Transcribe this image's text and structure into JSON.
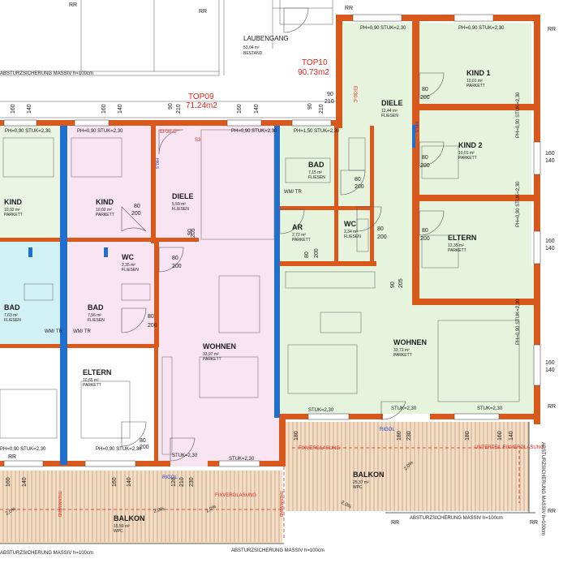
{
  "units": [
    {
      "code": "TOP09",
      "area": "71.24m2"
    },
    {
      "code": "TOP10",
      "area": "90.73m2"
    }
  ],
  "laubengang": {
    "name": "LAUBENGANG",
    "area": "53,04 m²",
    "note": "BESTAND"
  },
  "rooms": [
    {
      "name": "KIND",
      "area": "10,02 m²",
      "floor": "PARKETT"
    },
    {
      "name": "KIND",
      "area": "10,02 m²",
      "floor": "PARKETT"
    },
    {
      "name": "DIELE",
      "area": "5,59 m²",
      "floor": "FLIESEN"
    },
    {
      "name": "WC",
      "area": "2,35 m²",
      "floor": "FLIESEN"
    },
    {
      "name": "BAD",
      "area": "7,63 m²",
      "floor": "FLIESEN"
    },
    {
      "name": "BAD",
      "area": "7,56 m²",
      "floor": "FLIESEN"
    },
    {
      "name": "ELTERN",
      "area": "10,65 m²",
      "floor": "PARKETT"
    },
    {
      "name": "WOHNEN",
      "area": "33,97 m²",
      "floor": "PARKETT"
    },
    {
      "name": "BAD",
      "area": "7,15 m²",
      "floor": "FLIESEN"
    },
    {
      "name": "AR",
      "area": "2,72 m²",
      "floor": "PARKETT"
    },
    {
      "name": "WC",
      "area": "2,34 m²",
      "floor": "FLIESEN"
    },
    {
      "name": "DIELE",
      "area": "12,44 m²",
      "floor": "FLIESEN"
    },
    {
      "name": "KIND 1",
      "area": "10,01 m²",
      "floor": "PARKETT"
    },
    {
      "name": "KIND 2",
      "area": "10,01 m²",
      "floor": "PARKETT"
    },
    {
      "name": "ELTERN",
      "area": "12,35 m²",
      "floor": "PARKETT"
    },
    {
      "name": "WOHNEN",
      "area": "33,73 m²",
      "floor": "PARKETT"
    },
    {
      "name": "BALKON",
      "area": "25,37 m²",
      "floor": "WPC"
    },
    {
      "name": "BALKON",
      "area": "15,59 m²",
      "floor": "WPC"
    }
  ],
  "labels": {
    "rr": "RR",
    "absturz_top": "ABSTURZSICHERUNG MASSIV h=100cm",
    "absturz_bottom": "ABSTURZSICHERUNG MASSIV h=100cm",
    "absturz_right": "ABSTURZSICHERUNG MASSIV h=100cm",
    "absturz_right_vertical": "ABSTURZSICHERUNG MASSIV h=100cm",
    "fixverglasung_1": "FIXVERGLASUNG",
    "fixverglasung_2": "FIXVERGLASUNG",
    "unterteil_fixverglasung": "UNTERTEIL FIXVERGLASUNG",
    "rigol_1": "RIGOL",
    "rigol_2": "RIGOL",
    "trennwand": "TRENNWAND",
    "wmtr": "WM/ TR",
    "ei30c": "EI²30-C",
    "hkls": "HKLS",
    "ph_stuk": "PH=0,90 STUK=2,30",
    "ph150_stuk": "PH=1,50 STUK=2,30",
    "stuk": "STUK=2,30",
    "slope": "2,0%",
    "step": "S3"
  },
  "dims": {
    "d160": "160",
    "d140": "140",
    "d80": "80",
    "d200": "200",
    "d90": "90",
    "d205": "205",
    "d210": "210",
    "d180": "180",
    "d230": "230",
    "d120": "120"
  },
  "colors": {
    "wall": "#d9581c",
    "wall_dark": "#a8401a",
    "column": "#1e6fd0",
    "pink": "#f9e4f2",
    "green": "#e6f4dd",
    "cyan": "#d2f1f4",
    "balcony": "#f5ddc4"
  }
}
